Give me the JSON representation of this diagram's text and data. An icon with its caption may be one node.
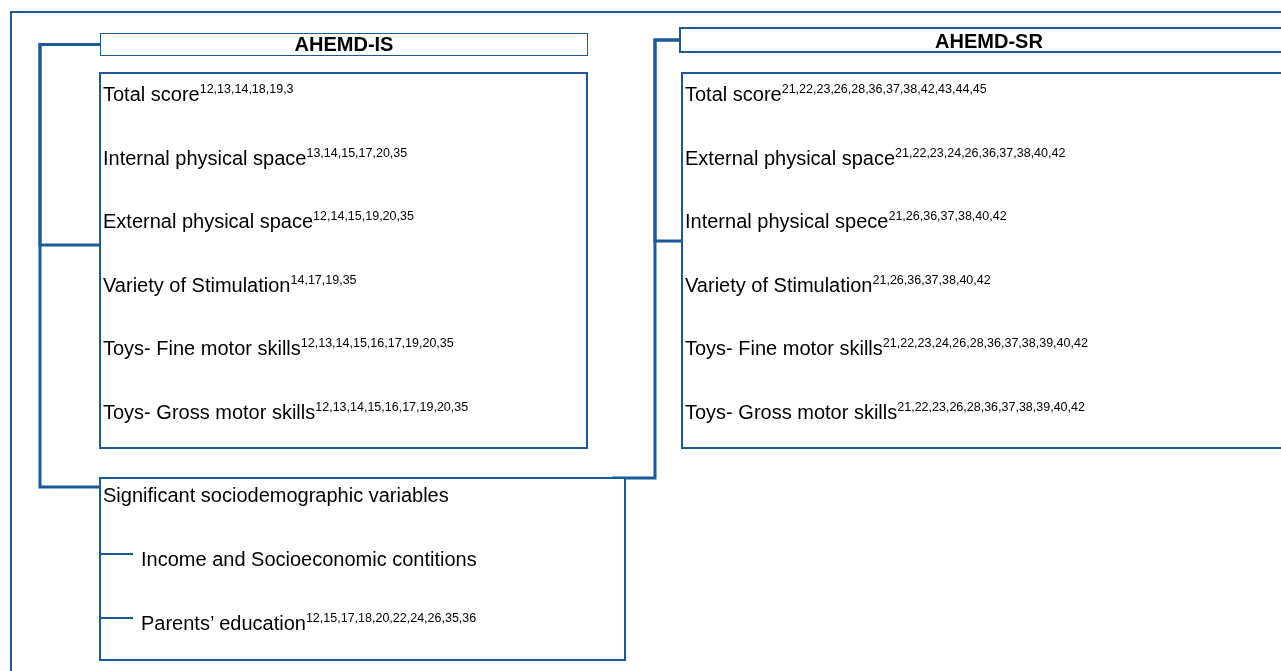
{
  "diagram": {
    "nodes": [
      {
        "text": [
          "AHEMD-IS"
        ]
      },
      {
        "text": [
          "Total score$^{12,13,14,18,19,3}$",
          "Internal physical space$^{13,14,15,17,20,35}$",
          "External physical space$^{12,14,15,19,20,35}$",
          "Variety of Stimulation$^{14,17,19,35}$",
          "Toys- Fine motor skills$^{12,13,14,15,16,17,19,20,35}$",
          "Toys- Gross motor skills$^{12,13,14,15,16,17,19,20,35}$"
        ]
      },
      {
        "text": [
          "AHEMD-SR"
        ]
      },
      {
        "text": [
          "Total score$^{21,22,23,26,28,36,37,38,42,43,44,45}$",
          "External physical space$^{21,22,23,24,26,36,37,38,40,42}$",
          "Internal physical spece$^{21,26,36,37,38,40,42}$",
          "Variety of Stimulation$^{21,26,36,37,38,40,42}$",
          "Toys- Fine motor skills$^{21,22,23,24,26,28,36,37,38,39,40,42}$",
          "Toys- Gross motor skills$^{21,22,23,26,28,36,37,38,39,40,42}$"
        ]
      },
      {
        "text": [
          "Significant sociodemographic variables",
          "Income and Socioeconomic contitions",
          "Parents’ education$^{12,15,17,18,20,22,24,26,35,36}$"
        ]
      }
    ],
    "edges": [
      {
        "from": 0,
        "to": 1,
        "arrow": "none"
      },
      {
        "from": 0,
        "to": 4,
        "arrow": "none"
      },
      {
        "from": 2,
        "to": 3,
        "arrow": "none"
      },
      {
        "from": 2,
        "to": 4,
        "arrow": "none"
      }
    ]
  }
}
